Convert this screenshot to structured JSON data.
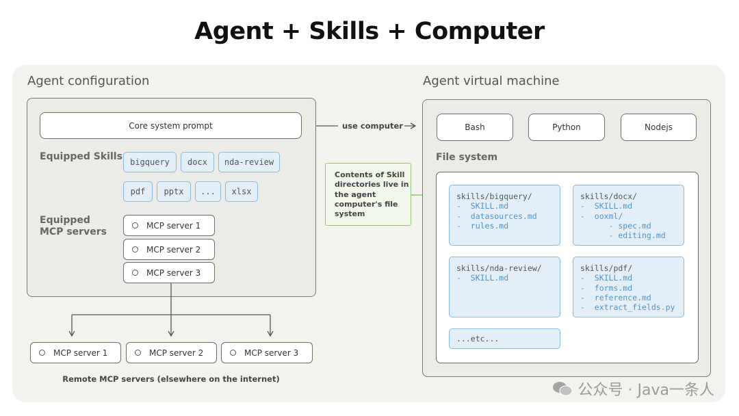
{
  "title": "Agent + Skills + Computer",
  "agent_config": {
    "heading": "Agent configuration",
    "core_prompt": "Core system prompt",
    "skills_label": "Equipped Skills",
    "skills": [
      "bigquery",
      "docx",
      "nda-review",
      "pdf",
      "pptx",
      "...",
      "xlsx"
    ],
    "mcp_label": "Equipped MCP servers",
    "mcp_servers": [
      "MCP server 1",
      "MCP server 2",
      "MCP server 3"
    ]
  },
  "use_computer": "use computer",
  "remote": {
    "servers": [
      "MCP server 1",
      "MCP server 2",
      "MCP server 3"
    ],
    "caption": "Remote MCP servers (elsewhere on the internet)"
  },
  "note": "Contents of Skill directories live in the agent computer's file system",
  "vm": {
    "heading": "Agent virtual machine",
    "runtimes": [
      "Bash",
      "Python",
      "Nodejs"
    ],
    "fs_label": "File system",
    "dirs": [
      {
        "name": "skills/bigquery/",
        "files": [
          "-  SKILL.md",
          "-  datasources.md",
          "-  rules.md"
        ]
      },
      {
        "name": "skills/docx/",
        "files": [
          "-  SKILL.md",
          "-  ooxml/",
          "      - spec.md",
          "      - editing.md"
        ]
      },
      {
        "name": "skills/nda-review/",
        "files": [
          "-  SKILL.md"
        ]
      },
      {
        "name": "skills/pdf/",
        "files": [
          "-  SKILL.md",
          "-  forms.md",
          "-  reference.md",
          "-  extract_fields.py"
        ]
      }
    ],
    "etc": "...etc..."
  },
  "watermark": "公众号 · Java一条人",
  "colors": {
    "skill_fill": "#e4eef7",
    "skill_border": "#86b9e3",
    "note_border": "#93c872",
    "file_text": "#4d94cf"
  }
}
